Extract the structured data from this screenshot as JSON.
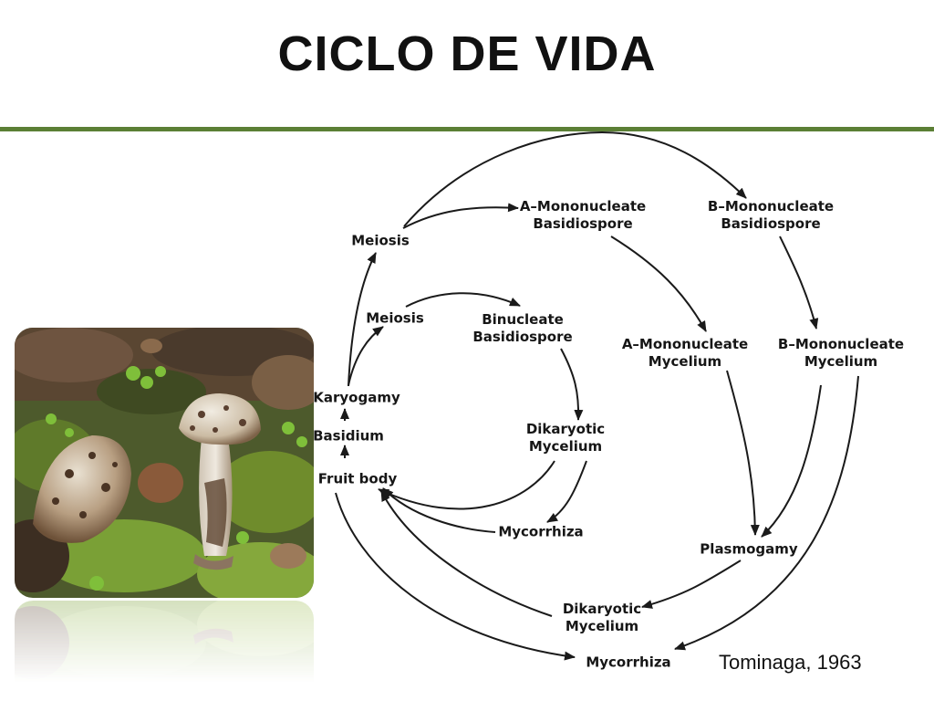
{
  "slide": {
    "title": "CICLO DE VIDA",
    "caption": "Tominaga, 1963"
  },
  "colors": {
    "title_rule": "#5b7f35",
    "text": "#111111",
    "arrow": "#1a1a1a"
  },
  "photo": {
    "subject": "two mushrooms with brown-spotted caps among green moss and leaf litter",
    "icon": "mushroom-photo"
  },
  "diagram": {
    "nodes": {
      "a_basidiospore": [
        "A–Mononucleate",
        "Basidiospore"
      ],
      "b_basidiospore": [
        "B–Mononucleate",
        "Basidiospore"
      ],
      "meiosis_outer": [
        "Meiosis"
      ],
      "meiosis_inner": [
        "Meiosis"
      ],
      "binucleate_basidiospore": [
        "Binucleate",
        "Basidiospore"
      ],
      "a_mycelium": [
        "A–Mononucleate",
        "Mycelium"
      ],
      "b_mycelium": [
        "B–Mononucleate",
        "Mycelium"
      ],
      "karyogamy": [
        "Karyogamy"
      ],
      "basidium": [
        "Basidium"
      ],
      "fruit_body": [
        "Fruit  body"
      ],
      "dikaryotic_mycelium_inner": [
        "Dikaryotic",
        "Mycelium"
      ],
      "mycorrhiza_inner": [
        "Mycorrhiza"
      ],
      "plasmogamy": [
        "Plasmogamy"
      ],
      "dikaryotic_mycelium_outer": [
        "Dikaryotic",
        "Mycelium"
      ],
      "mycorrhiza_outer": [
        "Mycorrhiza"
      ]
    }
  }
}
